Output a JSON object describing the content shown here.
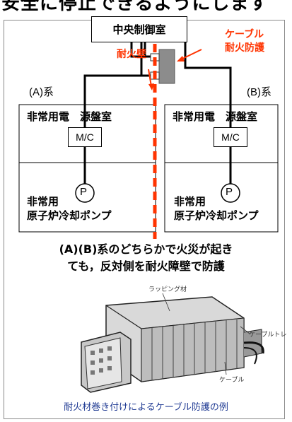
{
  "header_text": "安全に停止できるようにします",
  "control_room": "中央制御室",
  "cable_label": [
    "ケーブル",
    "耐火防護"
  ],
  "fire_wall_label": "耐火壁",
  "system_a": {
    "name": "(A)系",
    "room": "非常用電　源盤室",
    "mc": "M/C",
    "pump_symbol": "P",
    "pump_label": [
      "非常用",
      "原子炉冷却ポンプ"
    ]
  },
  "system_b": {
    "name": "(B)系",
    "room": "非常用電　源盤室",
    "mc": "M/C",
    "pump_symbol": "P",
    "pump_label": [
      "非常用",
      "原子炉冷却ポンプ"
    ]
  },
  "summary": [
    "(A)(B)系のどちらかで火災が起き",
    "ても，反対側を耐火障壁で防護"
  ],
  "illustration_labels": {
    "wrapping": "ラッピング材",
    "cable_tray": "ケーブルトレ",
    "cable": "ケーブル"
  },
  "caption": "耐火材巻き付けによるケーブル防護の例",
  "colors": {
    "fire_red": "#ff3300",
    "caption_blue": "#1f3a93",
    "protection_gray": "#8c8c8c"
  }
}
